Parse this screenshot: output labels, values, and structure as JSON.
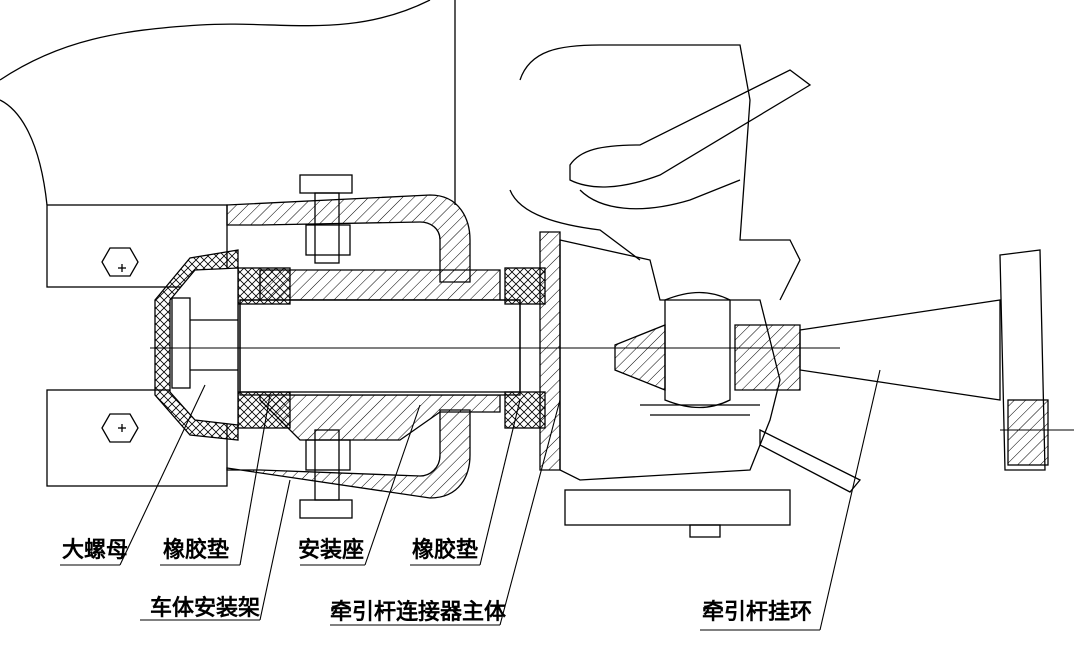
{
  "labels": {
    "big_nut": "大螺母",
    "rubber_pad_1": "橡胶垫",
    "mount_seat": "安装座",
    "rubber_pad_2": "橡胶垫",
    "body_mount_frame": "车体安装架",
    "connector_body": "牵引杆连接器主体",
    "drawbar_ring": "牵引杆挂环"
  },
  "colors": {
    "line": "#000000",
    "background": "#ffffff"
  }
}
